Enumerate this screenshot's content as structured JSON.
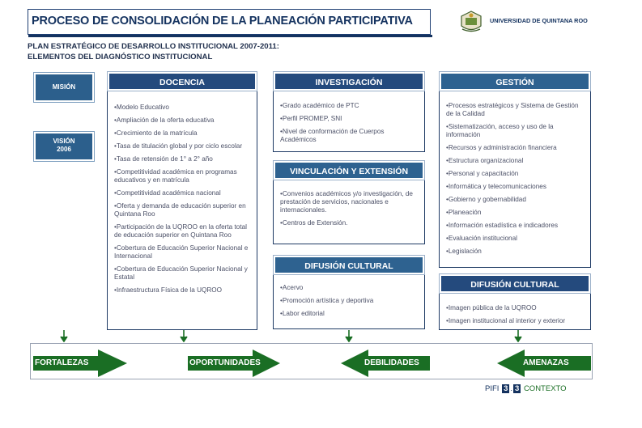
{
  "header": {
    "title": "PROCESO DE CONSOLIDACIÓN DE LA PLANEACIÓN PARTICIPATIVA",
    "university": "UNIVERSIDAD DE QUINTANA ROO",
    "logo_icon": "university-crest-icon"
  },
  "subtitle": {
    "line1": "PLAN ESTRATÉGICO DE DESARROLLO INSTITUCIONAL 2007-2011:",
    "line2": "ELEMENTOS DEL DIAGNÓSTICO INSTITUCIONAL"
  },
  "sidebar": {
    "mision": "MISIÓN",
    "vision_line1": "VISIÓN",
    "vision_line2": "2006"
  },
  "docencia": {
    "title": "DOCENCIA",
    "items": [
      "Modelo Educativo",
      "Ampliación de la oferta educativa",
      "Crecimiento de la matrícula",
      "Tasa de titulación global y por ciclo escolar",
      "Tasa de retensión de 1° a 2° año",
      "Competitividad académica en programas educativos y en matrícula",
      "Competitividad académica nacional",
      "Oferta y demanda de educación superior en Quintana Roo",
      "Participación de la UQROO en la oferta total de educación superior en Quintana Roo",
      "Cobertura de Educación Superior Nacional e Internacional",
      "Cobertura de Educación Superior Nacional y Estatal",
      "Infraestructura Física de la UQROO"
    ]
  },
  "investigacion": {
    "title": "INVESTIGACIÓN",
    "items": [
      "Grado académico de PTC",
      "Perfil PROMEP, SNI",
      "Nivel de conformación de Cuerpos Académicos"
    ]
  },
  "vinculacion": {
    "title": "VINCULACIÓN Y EXTENSIÓN",
    "items": [
      "Convenios académicos y/o investigación, de prestación de servicios, nacionales e internacionales.",
      "Centros de Extensión."
    ]
  },
  "difusion_mid": {
    "title": "DIFUSIÓN CULTURAL",
    "items": [
      "Acervo",
      "Promoción artística y deportiva",
      "Labor editorial"
    ]
  },
  "gestion": {
    "title": "GESTIÓN",
    "items": [
      "Procesos estratégicos y Sistema de Gestión de la Calidad",
      "Sistematización, acceso y uso de la información",
      "Recursos y administración financiera",
      "Estructura organizacional",
      "Personal y capacitación",
      "Informática y telecomunicaciones",
      "Gobierno y gobernabilidad",
      "Planeación",
      "Información estadística e indicadores",
      "Evaluación institucional",
      "Legislación"
    ]
  },
  "difusion_right": {
    "title": "DIFUSIÓN CULTURAL",
    "items": [
      "Imagen pública de la UQROO",
      "Imagen institucional al interior y exterior"
    ]
  },
  "foda": {
    "fortalezas": "FORTALEZAS",
    "oportunidades": "OPORTUNIDADES",
    "debilidades": "DEBILIDADES",
    "amenazas": "AMENAZAS"
  },
  "footer": {
    "prefix": "PIFI",
    "badge1": "3",
    "separator": ".",
    "badge2": "3",
    "suffix": "CONTEXTO"
  },
  "colors": {
    "header_blue": "#244a7d",
    "title_navy": "#14325f",
    "arrow_green": "#1a6e24"
  }
}
